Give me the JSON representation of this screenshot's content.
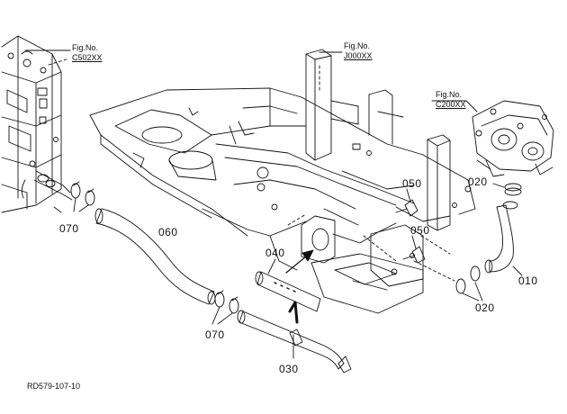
{
  "fig_refs": [
    {
      "label": "Fig.No.",
      "ref": "C502XX"
    },
    {
      "label": "Fig.No.",
      "ref": "J000XX"
    },
    {
      "label": "Fig.No.",
      "ref": "C200XX"
    }
  ],
  "part_labels": {
    "p010": "010",
    "p020a": "020",
    "p020b": "020",
    "p030": "030",
    "p040": "040",
    "p050a": "050",
    "p050b": "050",
    "p060": "060",
    "p070a": "070",
    "p070b": "070"
  },
  "diagram_code": "RD579-107-10",
  "colors": {
    "line": "#111111",
    "background": "#ffffff"
  }
}
